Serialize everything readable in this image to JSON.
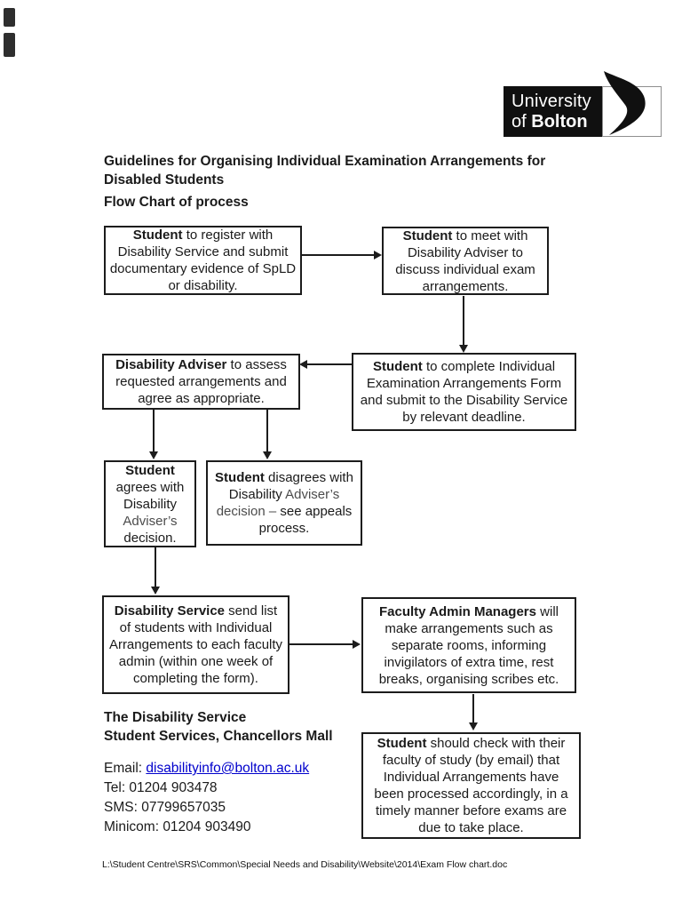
{
  "page": {
    "title_line1": "Guidelines for Organising Individual Examination Arrangements for",
    "title_line2": "Disabled Students",
    "subtitle": "Flow Chart of process",
    "footer": "L:\\Student Centre\\SRS\\Common\\Special Needs and Disability\\Website\\2014\\Exam Flow chart.doc"
  },
  "logo": {
    "line1": "University",
    "line2_prefix": "of ",
    "line2_name": "Bolton",
    "swoosh_icon": "bolton-swoosh",
    "bg_color": "#101010"
  },
  "flowchart": {
    "register": {
      "lead": "Student",
      "text": " to register with Disability Service and submit documentary evidence of SpLD or disability."
    },
    "meet": {
      "lead": "Student",
      "text": " to meet with Disability Adviser to discuss individual exam arrangements."
    },
    "assess": {
      "lead": "Disability Adviser",
      "text": " to assess requested arrangements and agree as appropriate."
    },
    "complete": {
      "lead": "Student",
      "text": " to complete Individual Examination Arrangements Form and submit to the Disability Service by relevant deadline."
    },
    "agrees": {
      "lead": "Student",
      "text1": " agrees with Disability ",
      "gray": "Adviser’s",
      "text2": " decision."
    },
    "disagrees": {
      "lead": "Student",
      "text1": " disagrees with Disability ",
      "gray": "Adviser’s decision –",
      "text2": " see appeals process."
    },
    "send_list": {
      "lead": "Disability Service",
      "text": " send list of students with Individual Arrangements to each faculty admin (within one week of completing the form)."
    },
    "faculty": {
      "lead": "Faculty Admin Managers",
      "text": " will make arrangements such as separate rooms, informing invigilators of extra time, rest breaks, organising scribes etc."
    },
    "check": {
      "lead": "Student",
      "text": " should check with their faculty of study (by email) that Individual Arrangements have been processed accordingly, in a timely manner before exams are due to take place."
    }
  },
  "contact": {
    "line1": "The Disability Service",
    "line2": "Student Services, Chancellors Mall",
    "email_label": "Email: ",
    "email": "disabilityinfo@bolton.ac.uk",
    "tel": "Tel: 01204 903478",
    "sms": "SMS: 07799657035",
    "minicom": "Minicom: 01204 903490",
    "link_color": "#0000cc"
  }
}
